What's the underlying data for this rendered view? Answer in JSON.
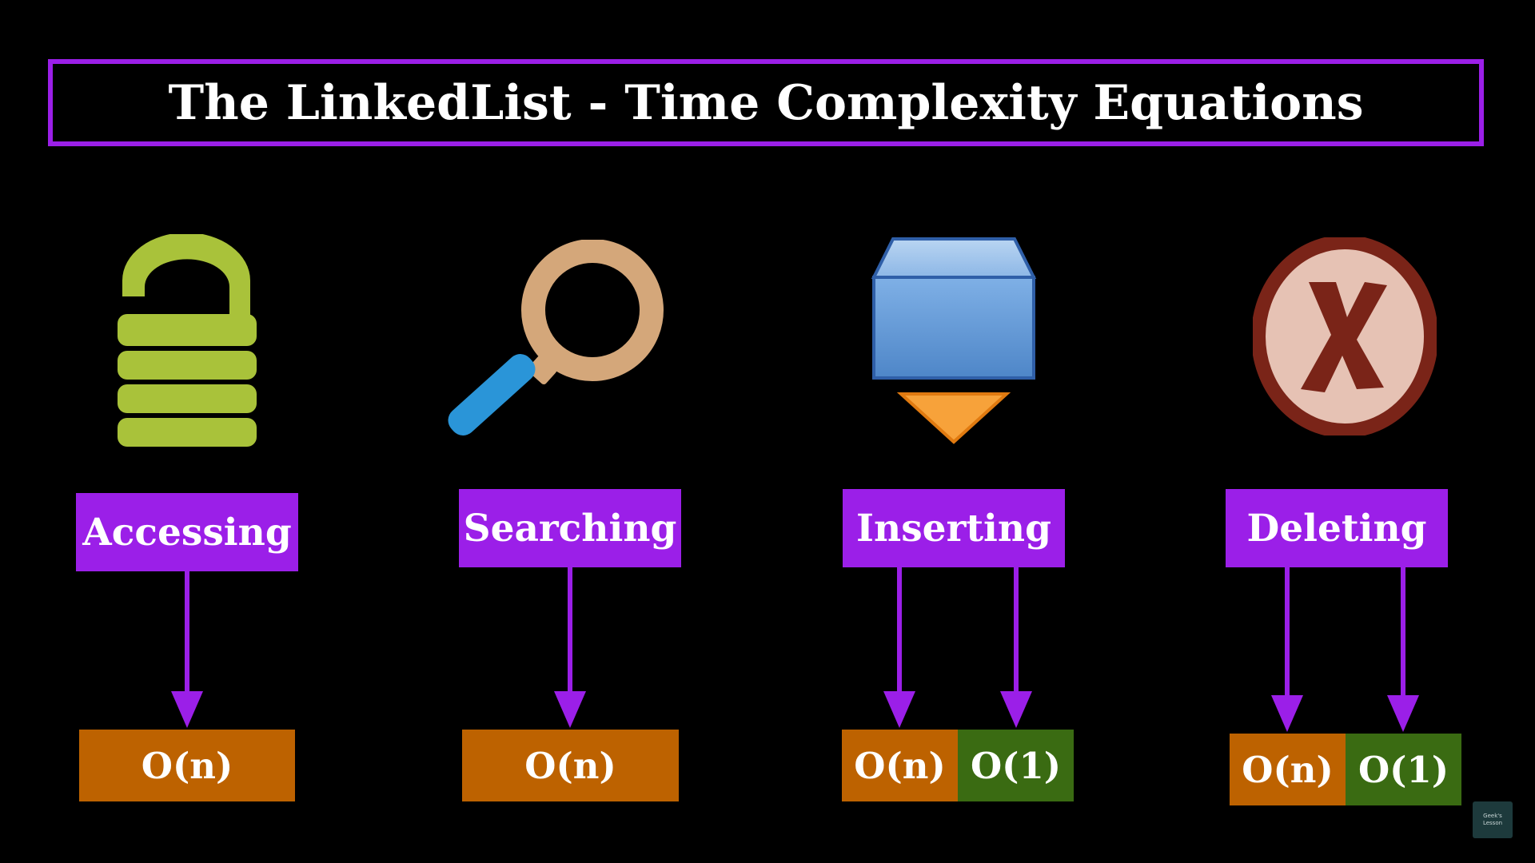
{
  "title": "The LinkedList - Time Complexity Equations",
  "colors": {
    "accent_purple": "#9b1fe8",
    "complexity_on": "#bd6200",
    "complexity_o1": "#3a6b12",
    "background": "#000000"
  },
  "operations": [
    {
      "icon": "open-padlock-icon",
      "label": "Accessing",
      "complexities": [
        "O(n)"
      ]
    },
    {
      "icon": "magnifying-glass-icon",
      "label": "Searching",
      "complexities": [
        "O(n)"
      ]
    },
    {
      "icon": "insert-box-icon",
      "label": "Inserting",
      "complexities": [
        "O(n)",
        "O(1)"
      ]
    },
    {
      "icon": "delete-x-icon",
      "label": "Deleting",
      "complexities": [
        "O(n)",
        "O(1)"
      ]
    }
  ],
  "watermark": {
    "line1": "Geek's",
    "line2": "Lesson"
  }
}
